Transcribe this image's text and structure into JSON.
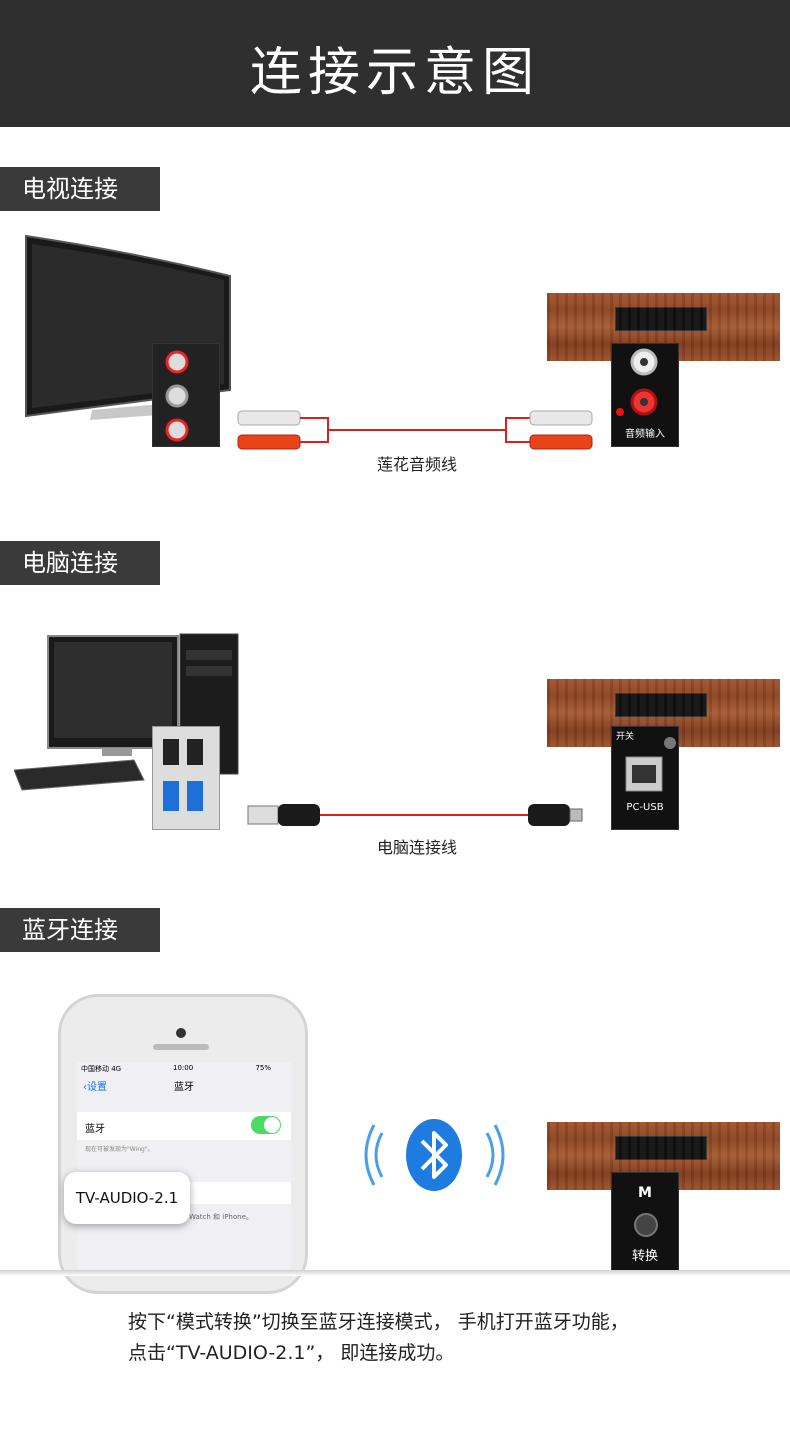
{
  "title": "连接示意图",
  "sections": {
    "tv": {
      "label": "电视连接",
      "cable": "莲花音频线",
      "panel_label": "音频输入"
    },
    "pc": {
      "label": "电脑连接",
      "cable": "电脑连接线",
      "switch_label": "开关",
      "port_label": "PC-USB"
    },
    "bt": {
      "label": "蓝牙连接",
      "mode_key": "M",
      "mode_label": "转换"
    }
  },
  "phone": {
    "carrier": "中国移动 4G",
    "time": "10:00",
    "battery": "75%",
    "back": "设置",
    "screen_title": "蓝牙",
    "bt_row": "蓝牙",
    "discoverable": "现在可被发现为\"Wing\"。",
    "watch_note": "Watch 和 iPhone。",
    "device_bubble": "TV-AUDIO-2.1"
  },
  "instructions": {
    "line1": "按下“模式转换”切换至蓝牙连接模式， 手机打开蓝牙功能，",
    "line2": "点击“TV-AUDIO-2.1”， 即连接成功。"
  },
  "colors": {
    "banner": "#2f2f2f",
    "label_bg": "#3a3a3a",
    "bt_blue": "#1e7be0",
    "cable_red": "#d92020"
  }
}
